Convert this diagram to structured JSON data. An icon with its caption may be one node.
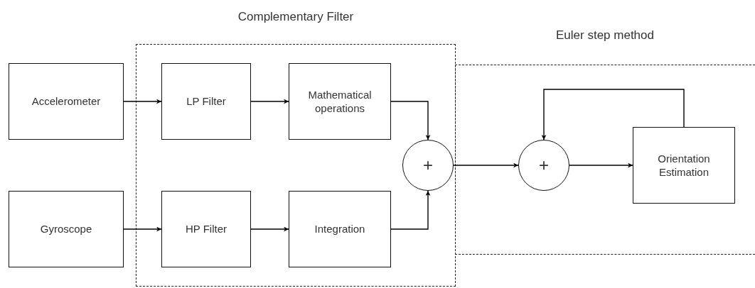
{
  "diagram": {
    "nodes": [
      {
        "text": [
          "Complementary Filter"
        ]
      },
      {
        "text": [
          "Euler step method"
        ]
      },
      {
        "text": [
          "Accelerometer"
        ]
      },
      {
        "text": [
          "LP Filter"
        ],
        "in": 0
      },
      {
        "text": [
          "Mathematical operations"
        ],
        "in": 0
      },
      {
        "text": [
          "Gyroscope"
        ]
      },
      {
        "text": [
          "HP Filter"
        ],
        "in": 0
      },
      {
        "text": [
          "Integration"
        ],
        "in": 0
      },
      {
        "text": [
          "+"
        ],
        "in": 0
      },
      {
        "text": [
          "+"
        ],
        "in": 1
      },
      {
        "text": [
          "Orientation Estimation"
        ],
        "in": 1
      }
    ],
    "edges": [
      {
        "from": 2,
        "to": 3,
        "arrow": "to"
      },
      {
        "from": 3,
        "to": 4,
        "arrow": "to"
      },
      {
        "from": 5,
        "to": 6,
        "arrow": "to"
      },
      {
        "from": 6,
        "to": 7,
        "arrow": "to"
      },
      {
        "from": 4,
        "to": 8,
        "arrow": "to"
      },
      {
        "from": 7,
        "to": 8,
        "arrow": "to"
      },
      {
        "from": 8,
        "to": 9,
        "arrow": "to"
      },
      {
        "from": 9,
        "to": 10,
        "arrow": "to"
      },
      {
        "from": 10,
        "to": 9,
        "arrow": "to"
      }
    ]
  }
}
